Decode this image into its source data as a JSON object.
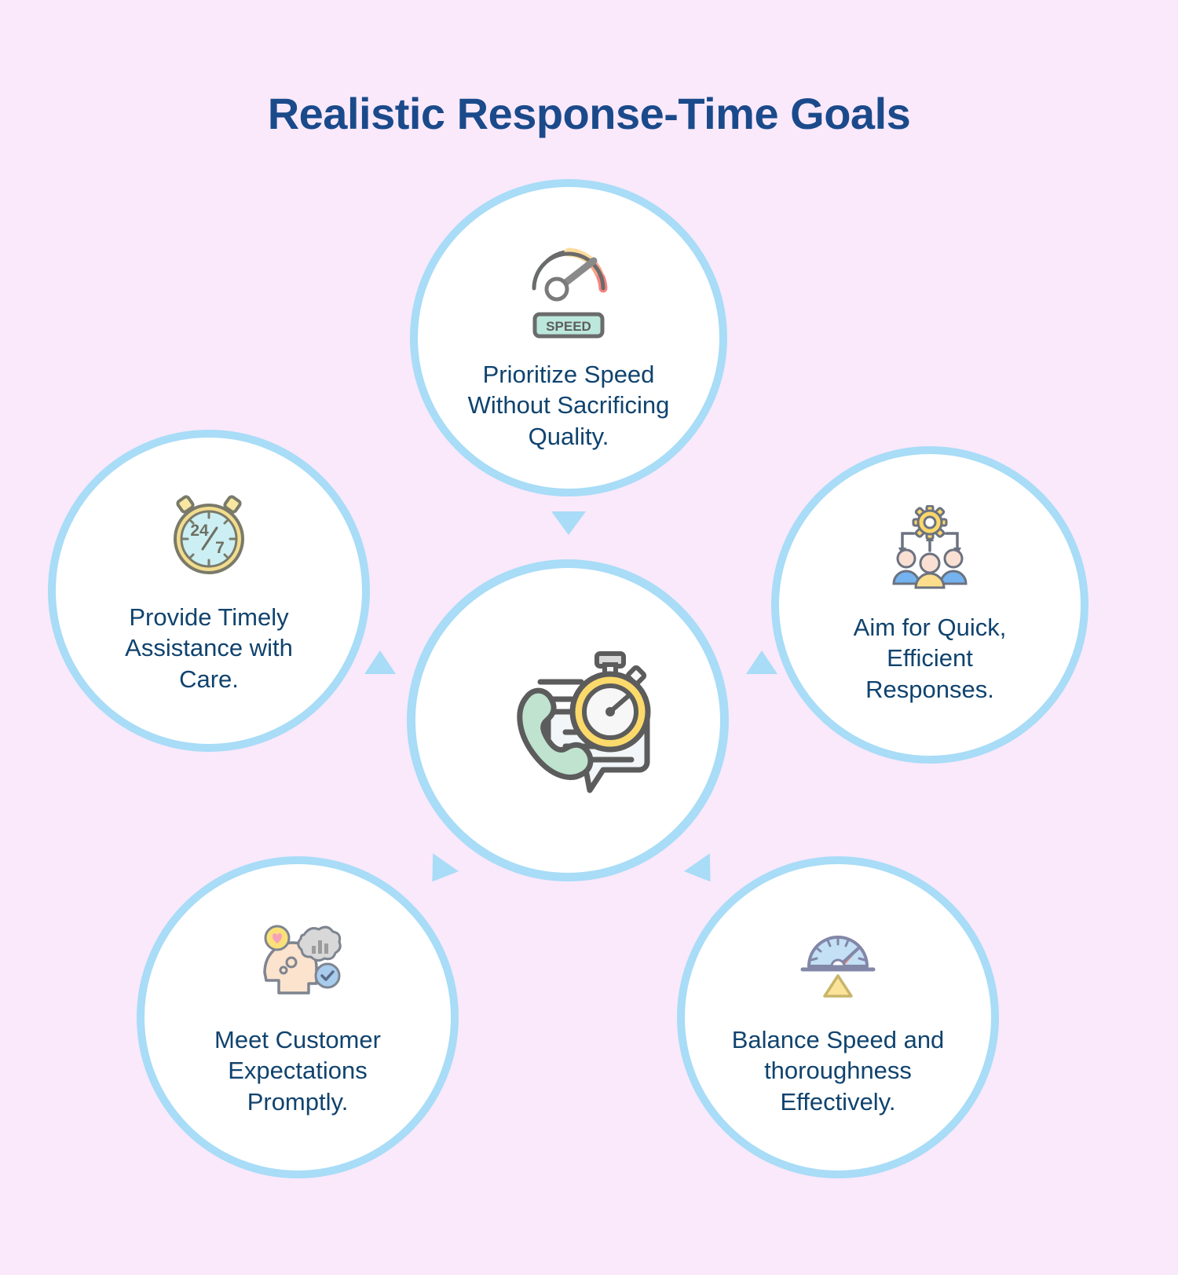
{
  "page": {
    "title": "Realistic Response-Time Goals",
    "background_color": "#F9E9FB",
    "accent_color": "#A8DCF7",
    "text_color": "#10436E",
    "title_color": "#1B4A8B"
  },
  "center": {
    "icon": "phone-stopwatch-chat-icon",
    "icon_colors": {
      "handset": "#BFE3CE",
      "stopwatch": "#FBD96B",
      "bubble": "#F2F6F8",
      "outline": "#5C5C5C"
    }
  },
  "nodes": [
    {
      "id": "top",
      "position": "top",
      "icon": "speedometer-gauge-icon",
      "icon_badge_text": "SPEED",
      "label": "Prioritize Speed\nWithout Sacrificing\nQuality.",
      "icon_colors": {
        "low": "#7FD9CE",
        "mid": "#FBDC9C",
        "high": "#F4A58A",
        "max": "#F8827E",
        "outline": "#6B6B6B"
      }
    },
    {
      "id": "left",
      "position": "left",
      "icon": "24-7-stopwatch-icon",
      "icon_text": "24/7",
      "label": "Provide Timely\nAssistance with\nCare.",
      "icon_colors": {
        "face": "#CBEFF2",
        "rim": "#F2DC8E",
        "outline": "#7A7A6A"
      }
    },
    {
      "id": "right",
      "position": "right",
      "icon": "team-gear-icon",
      "label": "Aim for Quick,\nEfficient\nResponses.",
      "icon_colors": {
        "gear": "#FBD76B",
        "person_side": "#74B3F0",
        "person_front": "#FBDD8B",
        "skin": "#FAE0D2",
        "outline": "#6B7280"
      }
    },
    {
      "id": "bottom-left",
      "position": "bottom-left",
      "icon": "customer-mindset-head-icon",
      "label": "Meet Customer\nExpectations\nPromptly.",
      "icon_colors": {
        "head": "#FBE3CD",
        "cloud": "#D8D8D8",
        "heart": "#F6A1B8",
        "heart_badge": "#FBE07A",
        "check_badge": "#A8CCEE",
        "outline": "#7E8590"
      }
    },
    {
      "id": "bottom-right",
      "position": "bottom-right",
      "icon": "balance-speed-scale-icon",
      "label": "Balance Speed and\nthoroughness\nEffectively.",
      "icon_colors": {
        "dial": "#C3E0F5",
        "needle": "#F58A78",
        "fulcrum": "#FBE49A",
        "outline": "#8287A8"
      }
    }
  ],
  "connectors": [
    {
      "id": "top-to-center",
      "direction": "down",
      "from": "top",
      "to": "center"
    },
    {
      "id": "left-to-center",
      "direction": "up",
      "from": "left",
      "to": "center"
    },
    {
      "id": "right-to-center",
      "direction": "up",
      "from": "right",
      "to": "center"
    },
    {
      "id": "bl-to-center",
      "direction": "down-left",
      "from": "center",
      "to": "bottom-left"
    },
    {
      "id": "br-to-center",
      "direction": "down-right",
      "from": "center",
      "to": "bottom-right"
    }
  ]
}
